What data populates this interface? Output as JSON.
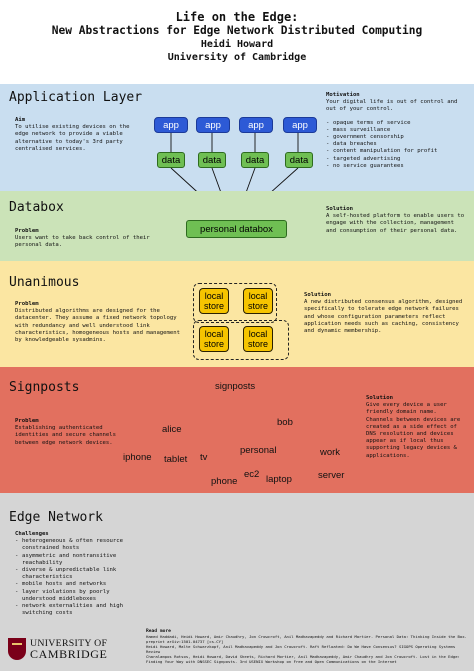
{
  "header": {
    "title": "Life on the Edge:",
    "subtitle": "New Abstractions for Edge Network Distributed Computing",
    "author": "Heidi Howard",
    "affiliation": "University of Cambridge"
  },
  "application_layer": {
    "heading": "Application Layer",
    "aim_label": "Aim",
    "aim_text": "To utilise existing devices on the edge network to provide a viable alternative to today's 3rd party centralised services.",
    "motivation_label": "Motivation",
    "motivation_text": "Your digital life is out of control and out of your control.",
    "motivation_items": [
      "opaque terms of service",
      "mass surveillance",
      "government censorship",
      "data breaches",
      "content manipulation for profit",
      "targeted advertising",
      "no service guarantees"
    ],
    "app_label": "app",
    "data_label": "data"
  },
  "databox": {
    "heading": "Databox",
    "problem_label": "Problem",
    "problem_text": "Users want to take back control of their personal data.",
    "solution_label": "Solution",
    "solution_text": "A self-hosted platform to enable users to engage with the collection, management and consumption of their personal data.",
    "box_label": "personal databox"
  },
  "unanimous": {
    "heading": "Unanimous",
    "problem_label": "Problem",
    "problem_text": "Distributed algorithms are designed for the datacenter. They assume a fixed network topology with redundancy and well understood link characteristics, homogeneous hosts and management by knowledgeable sysadmins.",
    "solution_label": "Solution",
    "solution_text": "A new distributed consensus algorithm, designed specifically to tolerate edge network failures and whose configuration parameters reflect application needs such as caching, consistency and dynamic membership.",
    "store_label_1": "local",
    "store_label_2": "store"
  },
  "signposts": {
    "heading": "Signposts",
    "problem_label": "Problem",
    "problem_text": "Establishing authenticated identities and secure channels between edge network devices.",
    "solution_label": "Solution",
    "solution_text": "Give every device a user friendly domain name. Channels between devices are created as a side effect of DNS resolution and devices appear as if local thus supporting legacy devices & applications.",
    "tree": {
      "root": "signposts",
      "alice": "alice",
      "bob": "bob",
      "iphone": "iphone",
      "tablet": "tablet",
      "tv": "tv",
      "personal": "personal",
      "work": "work",
      "phone": "phone",
      "ec2": "ec2",
      "laptop": "laptop",
      "server": "server"
    }
  },
  "edge_network": {
    "heading": "Edge Network",
    "challenges_label": "Challenges",
    "challenges": [
      "heterogeneous & often resource constrained hosts",
      "asymmetric and nontransitive reachability",
      "diverse & unpredictable link characteristics",
      "mobile hosts and networks",
      "layer violations by poorly understood middleboxes",
      "network externalities and high switching costs"
    ]
  },
  "references": {
    "label": "Read more",
    "items": [
      "Hamed Haddadi, Heidi Howard, Amir Chaudhry, Jon Crowcroft, Anil Madhavapeddy and Richard Mortier. Personal Data: Thinking Inside the Box. preprint arXiv:1501.04737 [cs.CY]",
      "Heidi Howard, Malte Schwarzkopf, Anil Madhavapeddy and Jon Crowcroft. Raft Refloated: Do We Have Consensus? SIGOPS Operating Systems Review",
      "Charalampos Rotsos, Heidi Howard, David Sheets, Richard Mortier, Anil Madhavapeddy, Amir Chaudhry and Jon Crowcroft. Lost in the Edge: Finding Your Way with DNSSEC Signposts. 3rd USENIX Workshop on Free and Open Communications on the Internet"
    ]
  },
  "logo": {
    "line1": "UNIVERSITY OF",
    "line2": "CAMBRIDGE"
  },
  "colors": {
    "application_band": "#c9def0",
    "databox_band": "#cbe3b8",
    "unanimous_band": "#fbe6a2",
    "signposts_band": "#e2705f",
    "edge_band": "#d5d5d5",
    "app_box": "#2d5ad6",
    "data_box": "#6fbf53",
    "local_store": "#f6c400"
  }
}
